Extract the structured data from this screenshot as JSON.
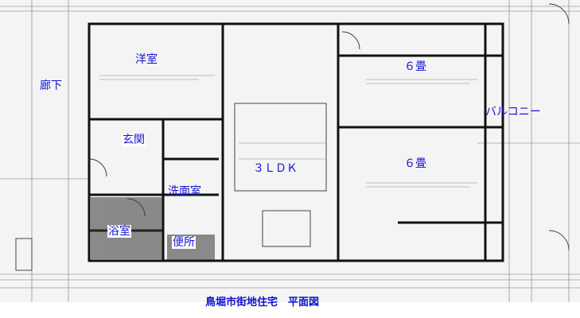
{
  "title": "鳥堀市街地住宅　平面図",
  "rooms": {
    "western_room": "洋室",
    "corridor": "廊下",
    "entrance": "玄関",
    "washroom": "洗面室",
    "bathroom": "浴室",
    "toilet": "便所",
    "ldk": "３ＬＤＫ",
    "tatami_1": "６畳",
    "tatami_2": "６畳",
    "balcony": "バルコニー"
  },
  "colors": {
    "label": "#1414d2",
    "line": "#222222",
    "paper": "#f4f4f4"
  }
}
